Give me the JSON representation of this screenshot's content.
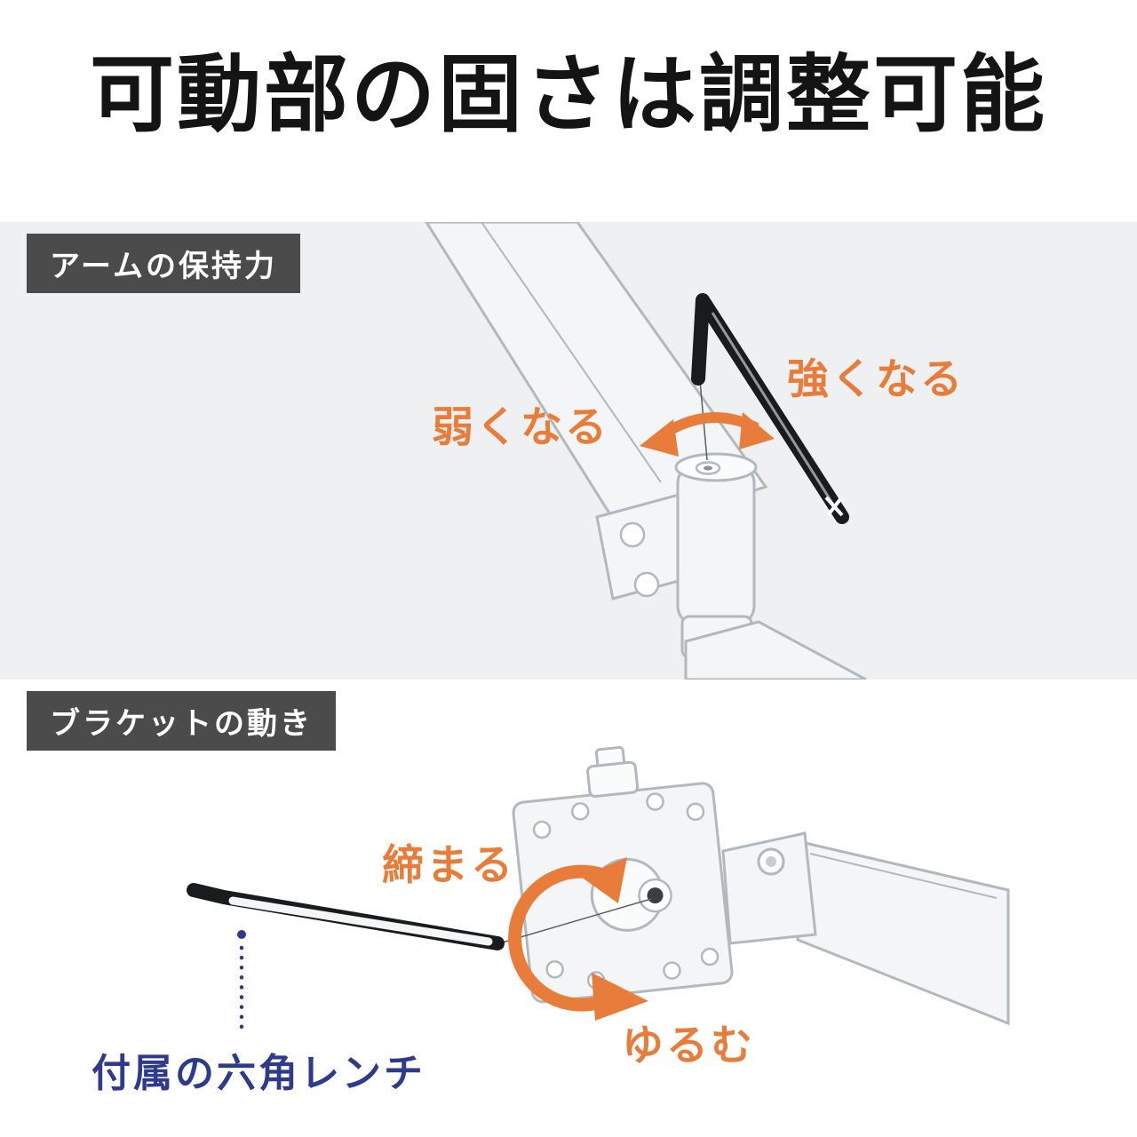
{
  "title": "可動部の固さは調整可能",
  "section_arm": {
    "label": "アームの保持力",
    "weaker": "弱くなる",
    "stronger": "強くなる"
  },
  "section_bracket": {
    "label": "ブラケットの動き",
    "tighten": "締まる",
    "loosen": "ゆるむ",
    "wrench_note": "付属の六角レンチ"
  },
  "colors": {
    "accent_orange": "#e87c3a",
    "label_bg": "#4b4b4b",
    "section_bg": "#eef0f1",
    "note_blue": "#2e3a8c",
    "line_gray": "#b2b8bc",
    "wrench_black": "#1a1b1d"
  }
}
